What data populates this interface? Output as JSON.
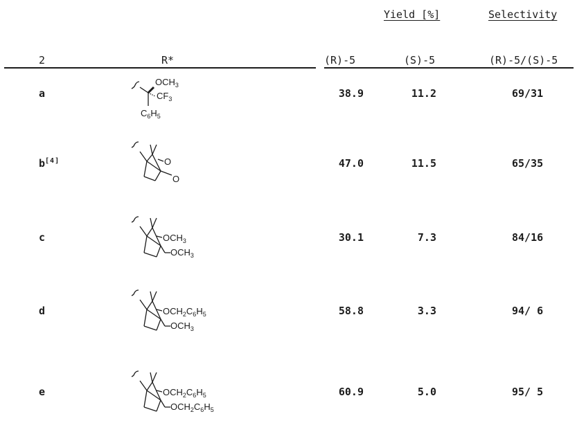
{
  "header": {
    "yield_group": "Yield [%]",
    "selectivity_group": "Selectivity",
    "columns": [
      "2",
      "R*",
      "(R)-5",
      "(S)-5",
      "(R)-5/(S)-5"
    ]
  },
  "rows": [
    {
      "id": "a",
      "ref": "",
      "substituents": [
        "OCH3",
        "CF3",
        "C6H5"
      ],
      "yield_r": "38.9",
      "yield_s": "11.2",
      "selectivity": "69/31"
    },
    {
      "id": "b",
      "ref": "[4]",
      "substituents": [
        "O",
        "O"
      ],
      "yield_r": "47.0",
      "yield_s": "11.5",
      "selectivity": "65/35"
    },
    {
      "id": "c",
      "ref": "",
      "substituents": [
        "OCH3",
        "OCH3"
      ],
      "yield_r": "30.1",
      "yield_s": "7.3",
      "selectivity": "84/16"
    },
    {
      "id": "d",
      "ref": "",
      "substituents": [
        "OCH2C6H5",
        "OCH3"
      ],
      "yield_r": "58.8",
      "yield_s": "3.3",
      "selectivity": "94/ 6"
    },
    {
      "id": "e",
      "ref": "",
      "substituents": [
        "OCH2C6H5",
        "OCH2C6H5"
      ],
      "yield_r": "60.9",
      "yield_s": "5.0",
      "selectivity": "95/ 5"
    }
  ]
}
